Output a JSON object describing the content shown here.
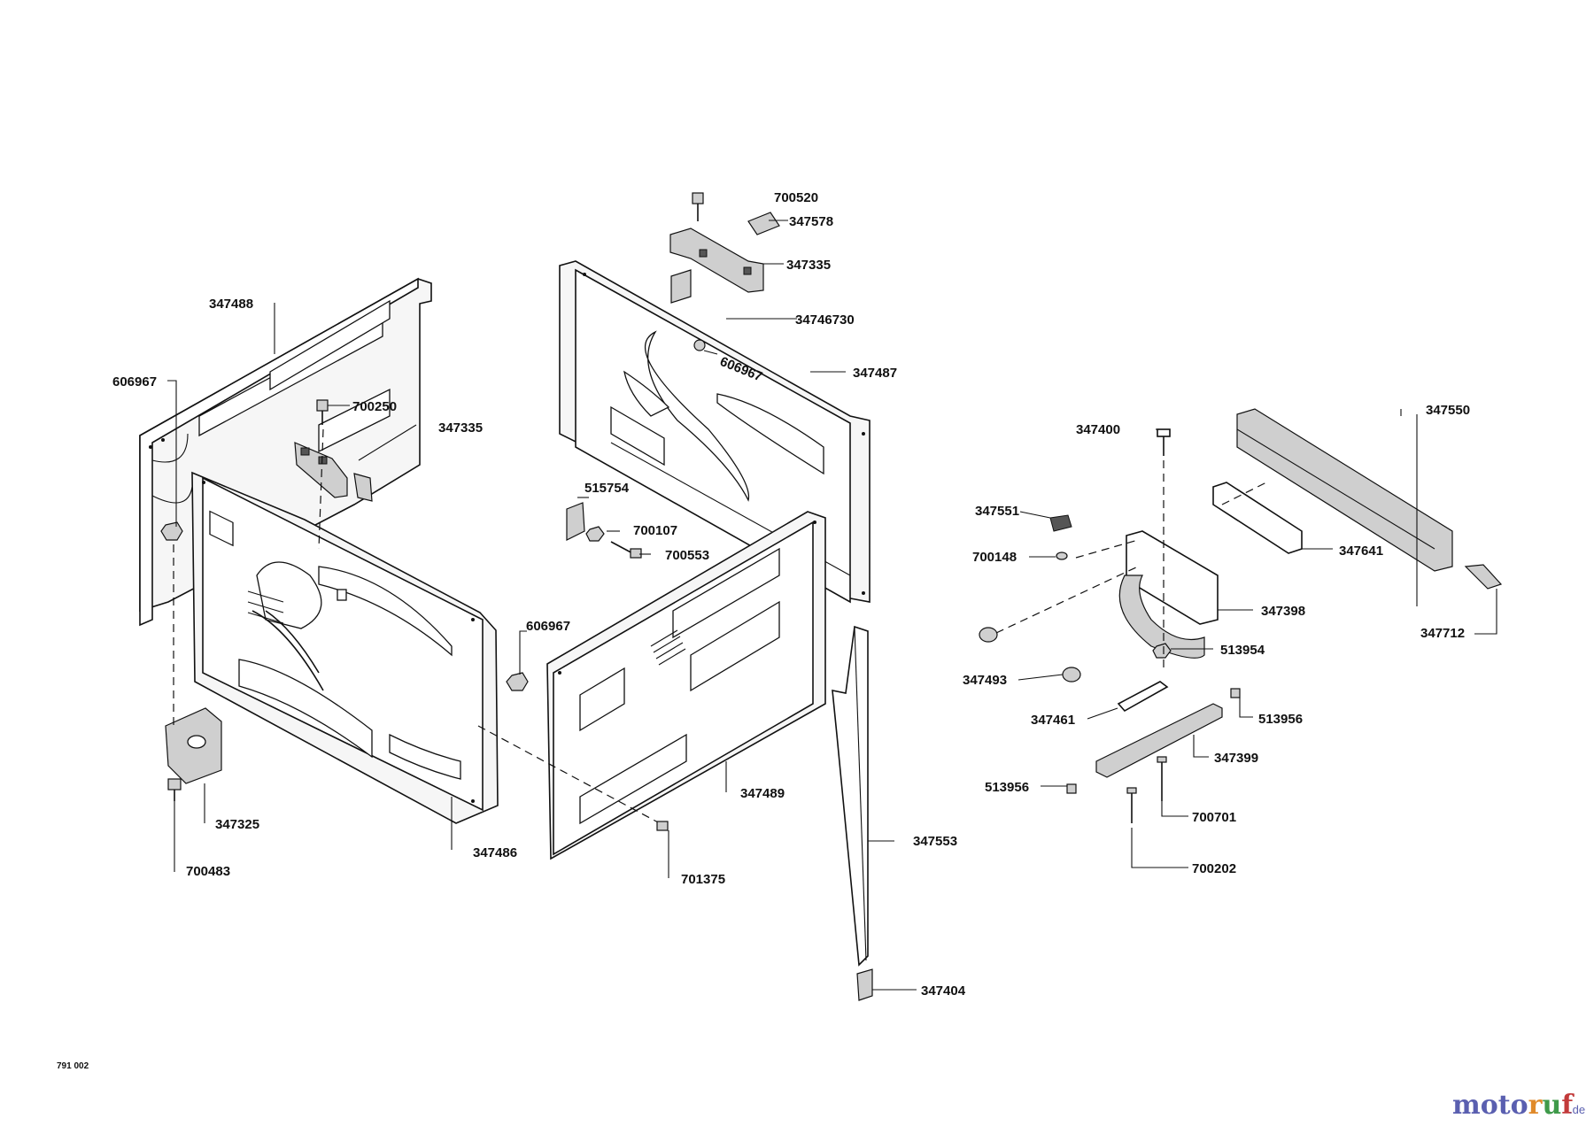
{
  "drawing_number": "791 002",
  "brand": {
    "logo_text": "motoruf.de",
    "colors": [
      "#5a5fb0",
      "#e08a2a",
      "#3f9a4a",
      "#c23a3a"
    ]
  },
  "parts": [
    {
      "id": "p700520",
      "number": "700520"
    },
    {
      "id": "p347578",
      "number": "347578"
    },
    {
      "id": "p347335_top",
      "number": "347335"
    },
    {
      "id": "p34746730",
      "number": "34746730"
    },
    {
      "id": "p347488",
      "number": "347488"
    },
    {
      "id": "p606967_left",
      "number": "606967"
    },
    {
      "id": "p700250",
      "number": "700250"
    },
    {
      "id": "p347335_left",
      "number": "347335"
    },
    {
      "id": "p606967_mid",
      "number": "606967"
    },
    {
      "id": "p347487",
      "number": "347487"
    },
    {
      "id": "p515754",
      "number": "515754"
    },
    {
      "id": "p700107",
      "number": "700107"
    },
    {
      "id": "p700553",
      "number": "700553"
    },
    {
      "id": "p606967_center",
      "number": "606967"
    },
    {
      "id": "p347489",
      "number": "347489"
    },
    {
      "id": "p347486",
      "number": "347486"
    },
    {
      "id": "p347325",
      "number": "347325"
    },
    {
      "id": "p700483",
      "number": "700483"
    },
    {
      "id": "p701375",
      "number": "701375"
    },
    {
      "id": "p347553",
      "number": "347553"
    },
    {
      "id": "p347404",
      "number": "347404"
    },
    {
      "id": "p347400",
      "number": "347400"
    },
    {
      "id": "p347550",
      "number": "347550"
    },
    {
      "id": "p347551",
      "number": "347551"
    },
    {
      "id": "p700148",
      "number": "700148"
    },
    {
      "id": "p347641",
      "number": "347641"
    },
    {
      "id": "p347398",
      "number": "347398"
    },
    {
      "id": "p513954",
      "number": "513954"
    },
    {
      "id": "p347712",
      "number": "347712"
    },
    {
      "id": "p347493",
      "number": "347493"
    },
    {
      "id": "p347461",
      "number": "347461"
    },
    {
      "id": "p513956_right",
      "number": "513956"
    },
    {
      "id": "p347399",
      "number": "347399"
    },
    {
      "id": "p513956_left",
      "number": "513956"
    },
    {
      "id": "p700701",
      "number": "700701"
    },
    {
      "id": "p700202",
      "number": "700202"
    }
  ]
}
